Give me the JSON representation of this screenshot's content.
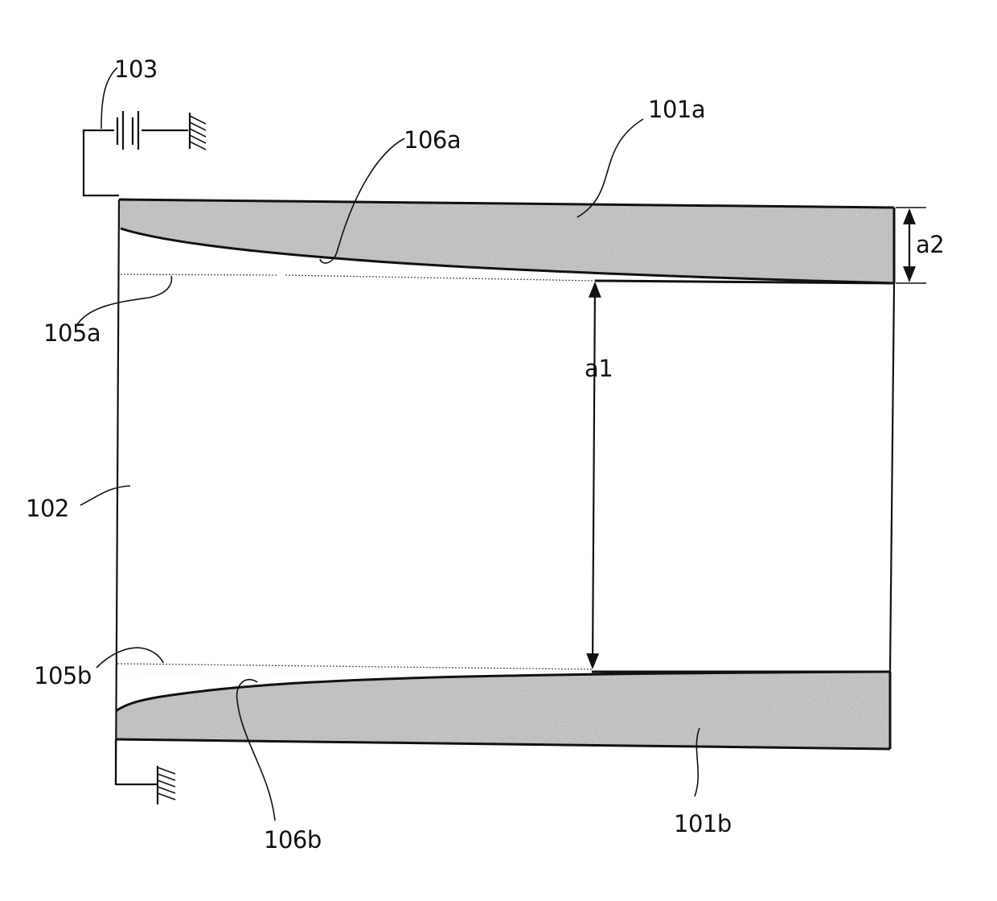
{
  "labels": {
    "power_source": "103",
    "top_plate": "101a",
    "bottom_plate": "101b",
    "top_surface": "106a",
    "bottom_surface": "106b",
    "top_reference": "105a",
    "bottom_reference": "105b",
    "chamber": "102",
    "gap": "a1",
    "thickness": "a2"
  }
}
